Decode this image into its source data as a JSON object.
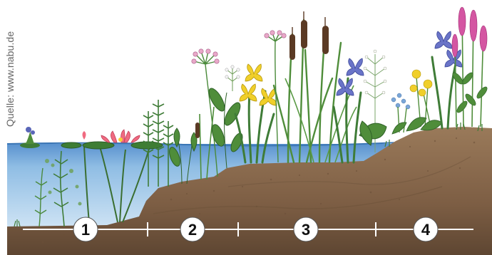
{
  "credit": "Quelle: www.nabu.de",
  "zones": [
    {
      "number": "1"
    },
    {
      "number": "2"
    },
    {
      "number": "3"
    },
    {
      "number": "4"
    }
  ],
  "colors": {
    "water_surface": "#4a88c8",
    "water_deep": "#b9d6ee",
    "soil": "#8a6b4e",
    "soil_dark": "#5a4330",
    "grass_green": "#4f8d3a",
    "iris_yellow": "#f0cf2a",
    "iris_blue": "#6a74c8",
    "loosestrife_pink": "#d456a2",
    "cattail_brown": "#5b3a24",
    "lily_pink": "#f06a80",
    "scale_line": "#ffffff"
  }
}
